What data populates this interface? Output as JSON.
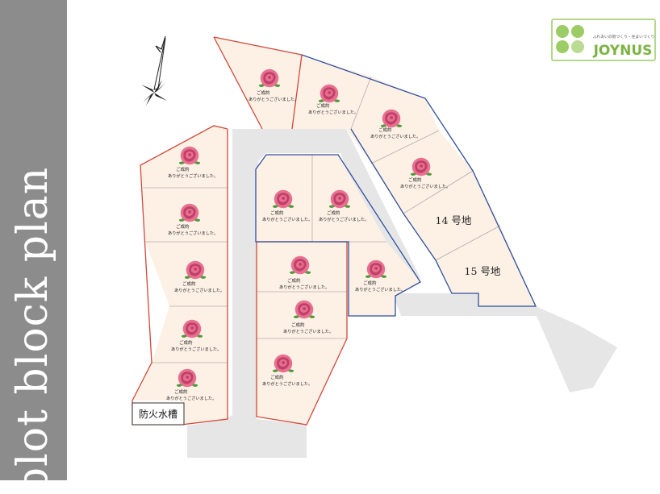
{
  "sidebar_title": "plot block plan",
  "logo": {
    "tagline": "ふれあいの街づくり・住まいづくり",
    "wordmark": "JOYNUS",
    "colors": {
      "leaf": "#9ccc65",
      "text": "#7cb342"
    }
  },
  "sold_label": {
    "line1": "ご成約",
    "line2": "ありがとうございました。"
  },
  "lots": [
    {
      "id": "lot-1",
      "sold": true
    },
    {
      "id": "lot-2",
      "sold": true
    },
    {
      "id": "lot-3",
      "sold": true
    },
    {
      "id": "lot-4",
      "sold": true
    },
    {
      "id": "lot-5",
      "sold": true
    },
    {
      "id": "lot-6",
      "sold": true
    },
    {
      "id": "lot-7",
      "sold": true
    },
    {
      "id": "lot-8",
      "sold": true
    },
    {
      "id": "lot-9",
      "sold": true
    },
    {
      "id": "lot-10",
      "sold": true
    },
    {
      "id": "lot-11",
      "sold": true
    },
    {
      "id": "lot-12",
      "sold": true
    },
    {
      "id": "lot-13",
      "sold": true
    },
    {
      "id": "lot-14",
      "sold": false,
      "label": "14 号地"
    },
    {
      "id": "lot-15",
      "sold": false,
      "label": "15 号地"
    },
    {
      "id": "lot-16",
      "sold": true
    },
    {
      "id": "lot-17",
      "sold": true
    },
    {
      "id": "lot-18",
      "sold": true
    },
    {
      "id": "lot-19",
      "sold": true
    },
    {
      "id": "lot-20",
      "sold": true
    }
  ],
  "fire_tank_label": "防火水槽",
  "colors": {
    "lot_fill": "#fdf1e6",
    "red_border": "#d2473a",
    "blue_border": "#2f4f9e",
    "road": "#e6e6e6",
    "rose": "#e7708f",
    "rose_dark": "#c0406a",
    "leaf": "#4f9a3a",
    "divider": "#b5aca4"
  }
}
